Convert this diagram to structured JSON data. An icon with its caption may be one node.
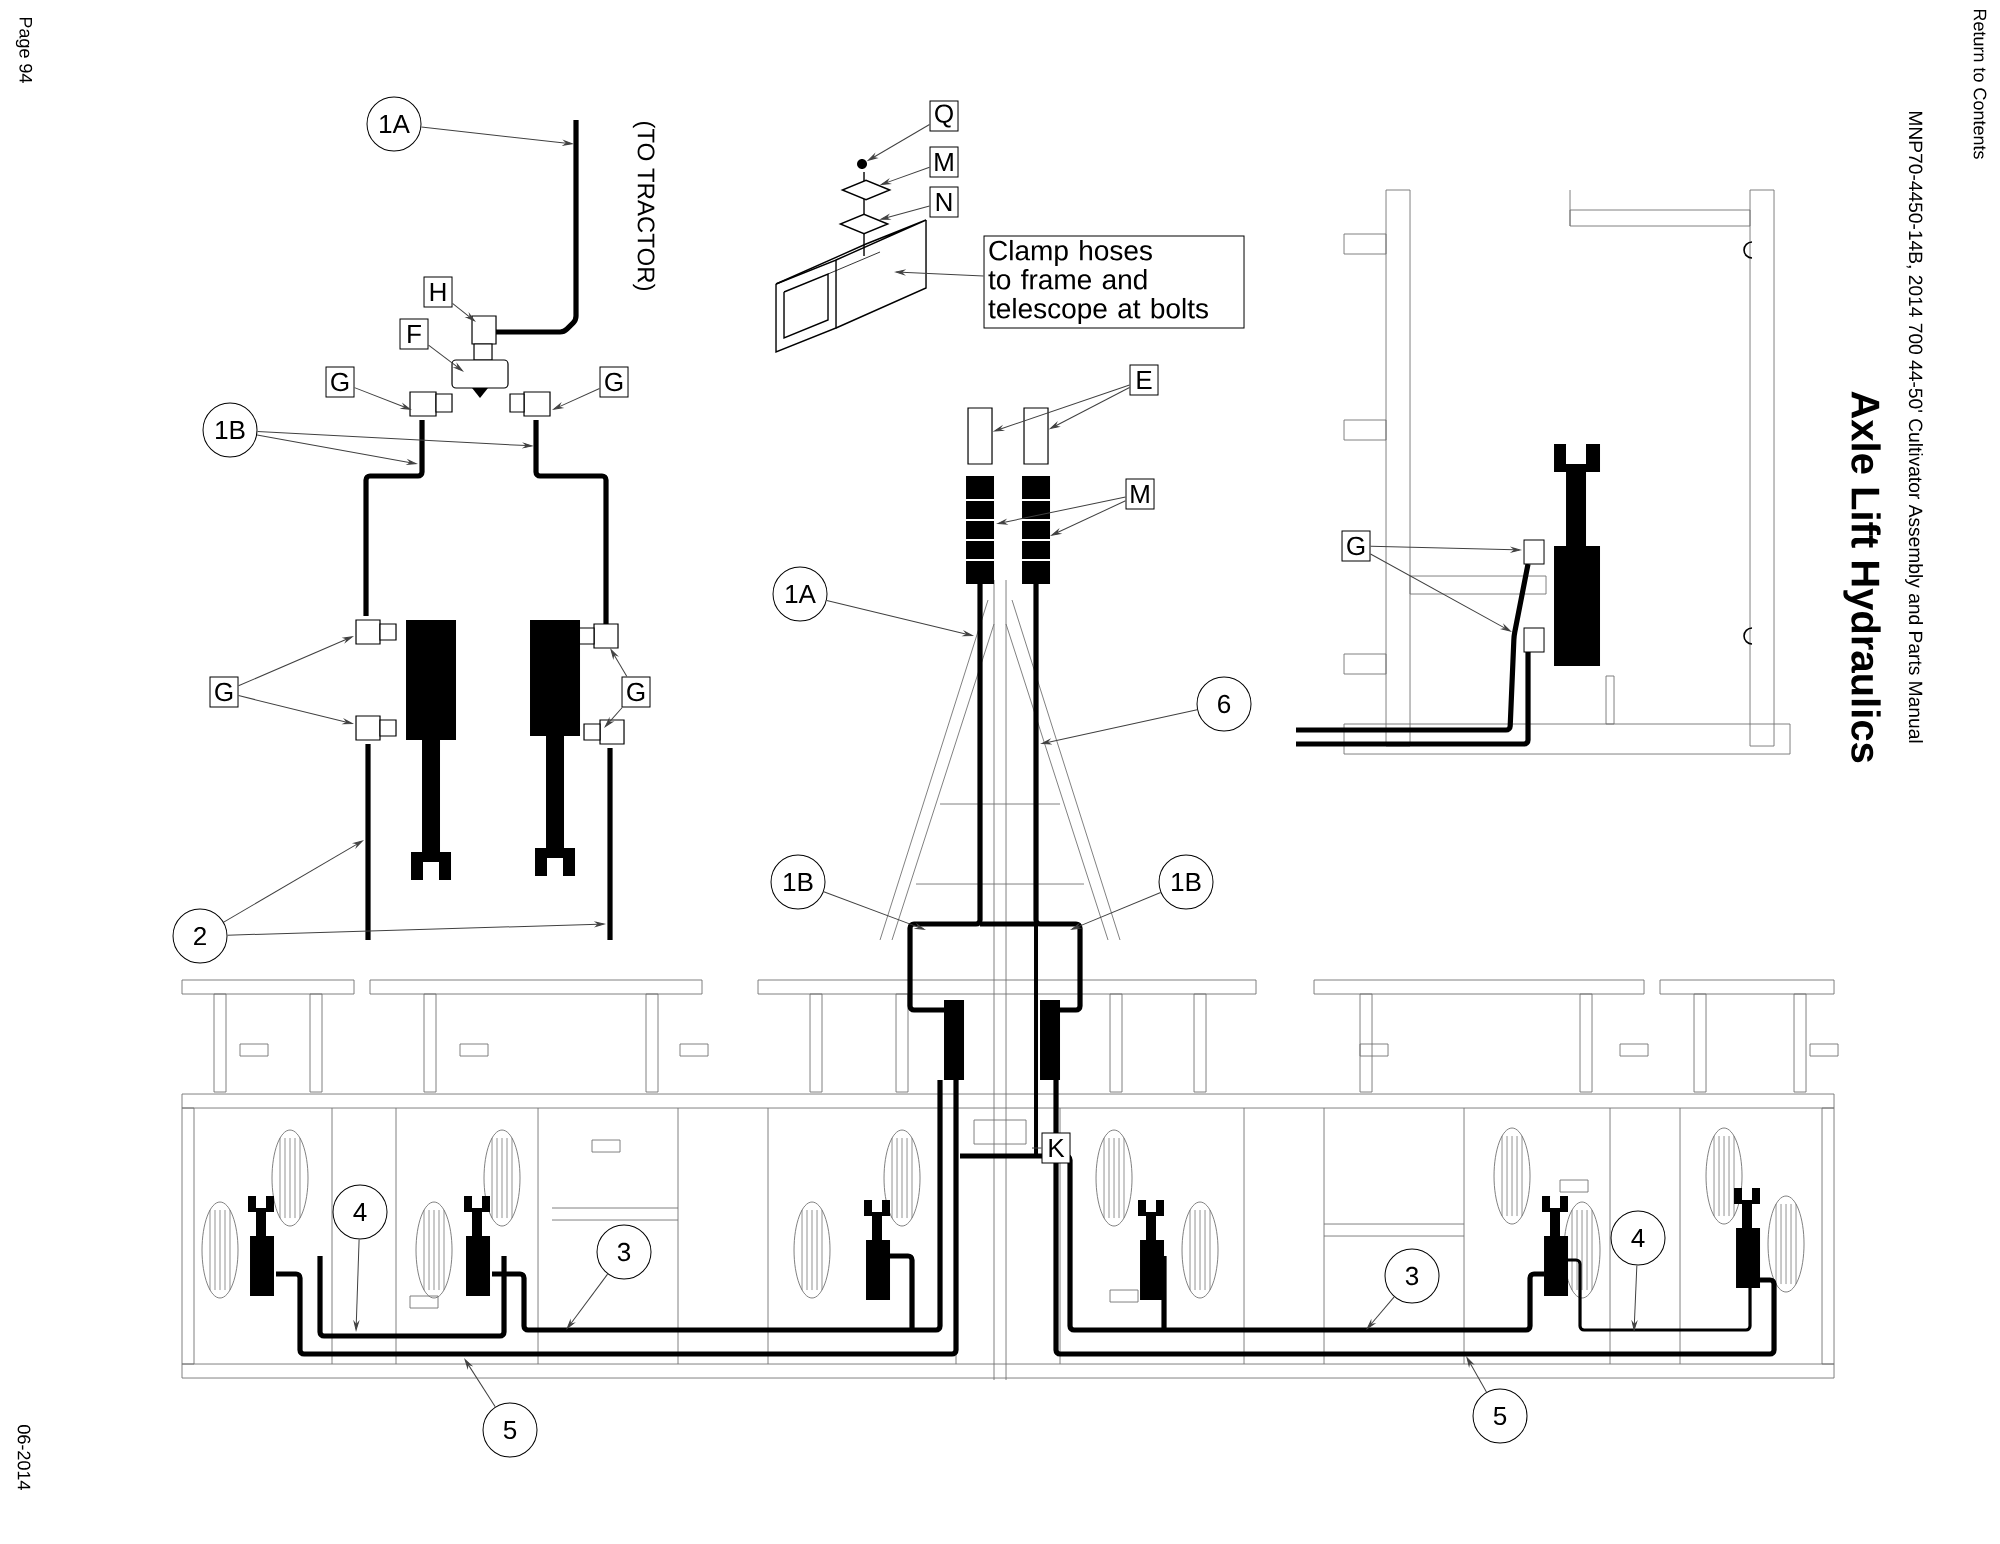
{
  "diagram": {
    "title": "Axle Lift Hydraulics",
    "nodes": [
      {
        "text": [
          "1A"
        ]
      },
      {
        "text": [
          "H"
        ]
      },
      {
        "text": [
          "F"
        ]
      },
      {
        "text": [
          "G"
        ]
      },
      {
        "text": [
          "G"
        ]
      },
      {
        "text": [
          "1B"
        ]
      },
      {
        "text": [
          "G"
        ]
      },
      {
        "text": [
          "G"
        ]
      },
      {
        "text": [
          "2"
        ]
      },
      {
        "text": [
          "Q"
        ]
      },
      {
        "text": [
          "M"
        ]
      },
      {
        "text": [
          "N"
        ]
      },
      {
        "text": [
          "Clamp hoses to frame and telescope at bolts"
        ]
      },
      {
        "text": [
          "E"
        ]
      },
      {
        "text": [
          "M"
        ]
      },
      {
        "text": [
          "1A"
        ]
      },
      {
        "text": [
          "6"
        ]
      },
      {
        "text": [
          "1B"
        ]
      },
      {
        "text": [
          "1B"
        ]
      },
      {
        "text": [
          "G"
        ]
      },
      {
        "text": [
          "K"
        ]
      },
      {
        "text": [
          "4"
        ]
      },
      {
        "text": [
          "3"
        ]
      },
      {
        "text": [
          "5"
        ]
      },
      {
        "text": [
          "3"
        ]
      },
      {
        "text": [
          "4"
        ]
      },
      {
        "text": [
          "5"
        ]
      },
      {
        "text": [],
        "shape": "circle"
      },
      {
        "text": [],
        "shape": "box"
      },
      {
        "text": [],
        "shape": "box"
      },
      {
        "text": [],
        "shape": "diamond"
      },
      {
        "text": [],
        "shape": "diamond"
      }
    ],
    "edges": [
      {
        "from": 0,
        "to": null,
        "arrow": "to"
      },
      {
        "from": 1,
        "to": null,
        "arrow": "to"
      },
      {
        "from": 2,
        "to": null,
        "arrow": "to"
      },
      {
        "from": 3,
        "to": null,
        "arrow": "to"
      },
      {
        "from": 4,
        "to": null,
        "arrow": "to"
      },
      {
        "from": 5,
        "to": null,
        "arrow": "to"
      },
      {
        "from": 5,
        "to": null,
        "arrow": "to"
      },
      {
        "from": 6,
        "to": null,
        "arrow": "to"
      },
      {
        "from": 6,
        "to": null,
        "arrow": "to"
      },
      {
        "from": 7,
        "to": null,
        "arrow": "to"
      },
      {
        "from": 7,
        "to": null,
        "arrow": "to"
      },
      {
        "from": 8,
        "to": null,
        "arrow": "to"
      },
      {
        "from": 8,
        "to": null,
        "arrow": "to"
      },
      {
        "from": 9,
        "to": 27,
        "arrow": "to"
      },
      {
        "from": 10,
        "to": 30,
        "arrow": "to"
      },
      {
        "from": 11,
        "to": 31,
        "arrow": "to"
      },
      {
        "from": 12,
        "to": null,
        "arrow": "to"
      },
      {
        "from": 13,
        "to": 28,
        "arrow": "to"
      },
      {
        "from": 13,
        "to": 29,
        "arrow": "to"
      },
      {
        "from": 14,
        "to": null,
        "arrow": "to"
      },
      {
        "from": 14,
        "to": null,
        "arrow": "to"
      },
      {
        "from": 15,
        "to": null,
        "arrow": "to"
      },
      {
        "from": 16,
        "to": null,
        "arrow": "to"
      },
      {
        "from": 17,
        "to": null,
        "arrow": "to"
      },
      {
        "from": 18,
        "to": null,
        "arrow": "to"
      },
      {
        "from": 19,
        "to": null,
        "arrow": "to"
      },
      {
        "from": 19,
        "to": null,
        "arrow": "to"
      },
      {
        "from": 20,
        "to": null,
        "arrow": "none"
      },
      {
        "from": 21,
        "to": null,
        "arrow": "to"
      },
      {
        "from": 22,
        "to": null,
        "arrow": "to"
      },
      {
        "from": 23,
        "to": null,
        "arrow": "to"
      },
      {
        "from": 24,
        "to": null,
        "arrow": "to"
      },
      {
        "from": 25,
        "to": null,
        "arrow": "to"
      },
      {
        "from": 26,
        "to": null,
        "arrow": "to"
      }
    ],
    "labels": [
      "Page 94",
      "06-2014",
      "(TO TRACTOR)",
      "Return to Contents",
      "MNP70-4450-14B, 2014 700 44-50' Cultivator Assembly and Parts Manual"
    ]
  }
}
